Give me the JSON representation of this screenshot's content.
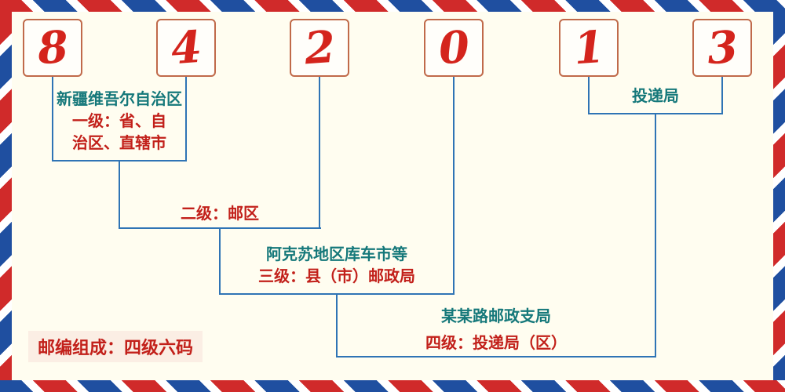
{
  "digits": [
    "8",
    "4",
    "2",
    "0",
    "1",
    "3"
  ],
  "labels": {
    "level1_place": "新疆维吾尔自治区",
    "level1_desc_line1": "一级：省、自",
    "level1_desc_line2": "治区、直辖市",
    "level2_desc": "二级：邮区",
    "level3_place": "阿克苏地区库车市等",
    "level3_desc": "三级：县（市）邮政局",
    "level4_place": "某某路邮政支局",
    "level4_desc": "四级：投递局（区）",
    "delivery_office": "投递局",
    "footer": "邮编组成：四级六码"
  },
  "colors": {
    "background": "#fffdf0",
    "line_blue": "#2f74b5",
    "digit_red": "#d4241c",
    "digit_box_border": "#c06a4a",
    "place_teal": "#15787a",
    "label_red": "#c2201a",
    "stripe_red": "#d02a2a",
    "stripe_blue": "#1f4fa0"
  }
}
